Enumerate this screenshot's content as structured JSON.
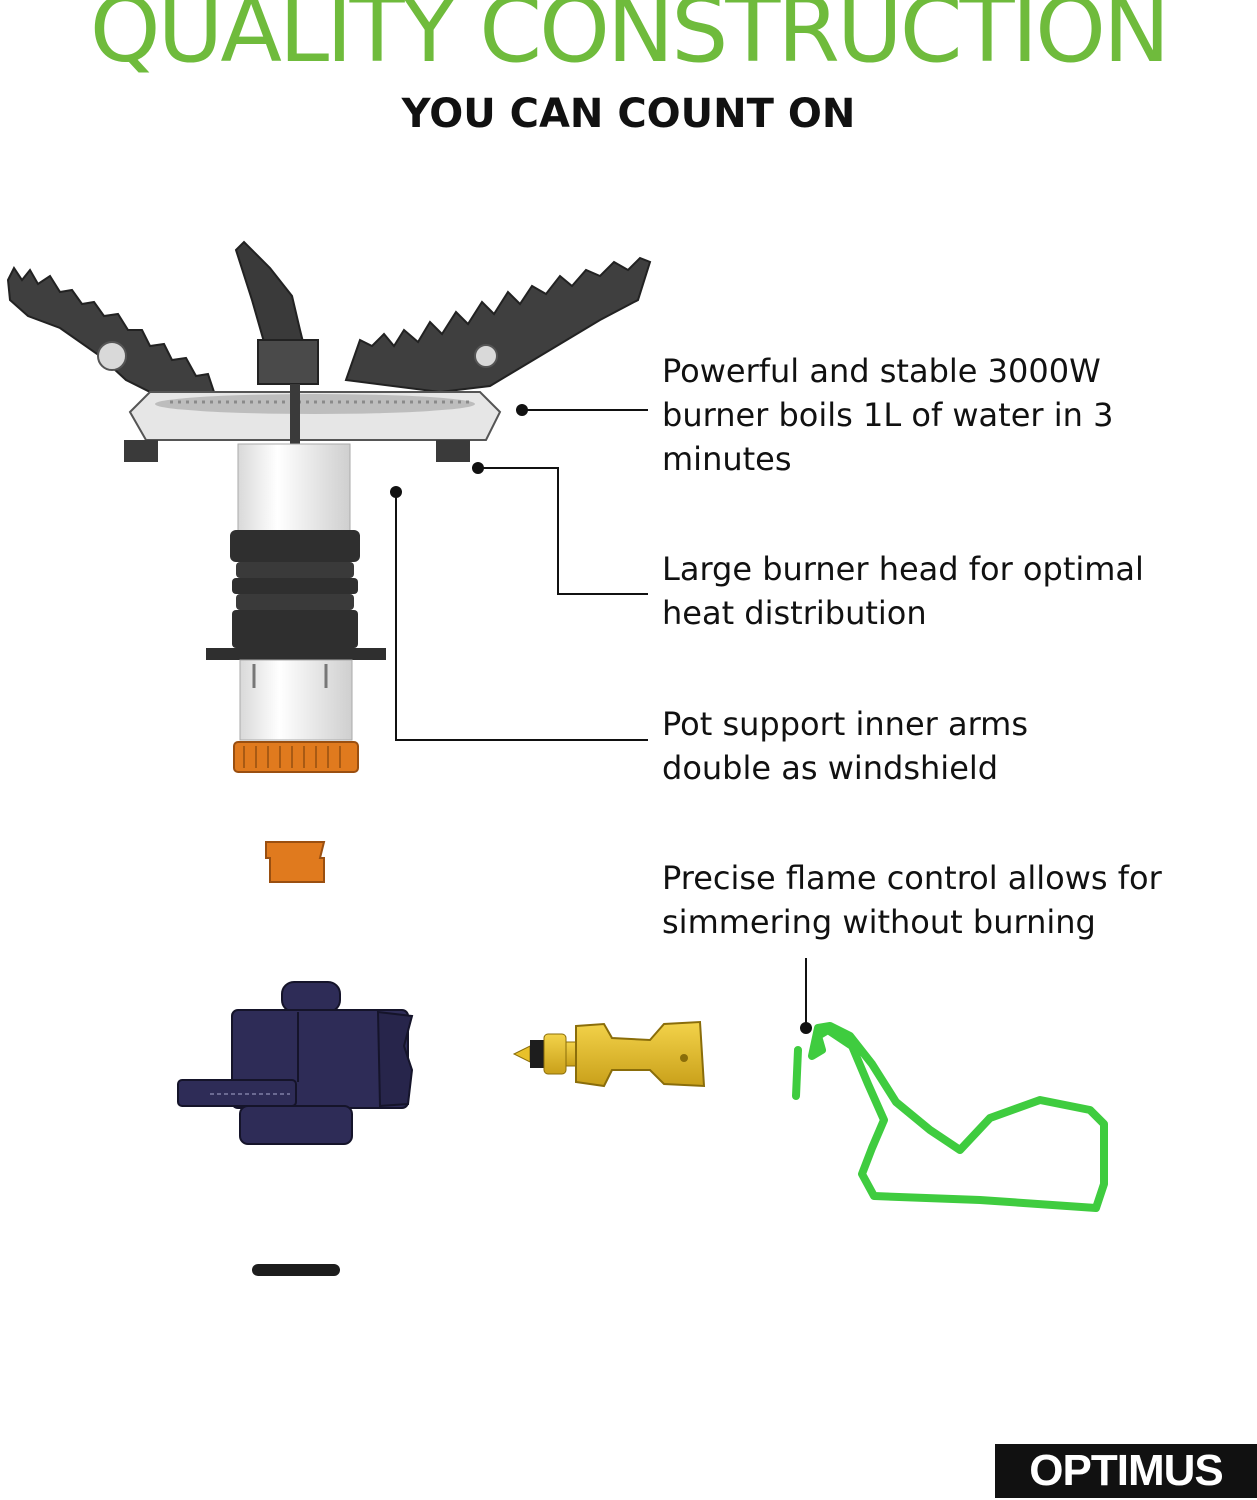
{
  "header": {
    "title": "QUALITY CONSTRUCTION",
    "subtitle": "YOU CAN COUNT ON"
  },
  "callouts": [
    {
      "text": "Powerful and stable 3000W\nburner boils 1L of water in 3\nminutes"
    },
    {
      "text": "Large burner head for optimal\nheat distribution"
    },
    {
      "text": "Pot support inner arms\ndouble as windshield"
    },
    {
      "text": "Precise flame control allows for\nsimmering without burning"
    }
  ],
  "brand": {
    "logo": "OPTIMUS"
  },
  "colors": {
    "title_green": "#6fbb3c",
    "text": "#111111",
    "orange_part": "#e07a1e",
    "brass_part": "#e8c12a",
    "navy_part": "#2e2c57",
    "green_wire": "#3fcc3f"
  },
  "icons": {
    "stove": "stove-illustration",
    "connector": "valve-connector-illustration",
    "jet": "brass-jet-illustration",
    "handle": "wire-handle-illustration"
  }
}
